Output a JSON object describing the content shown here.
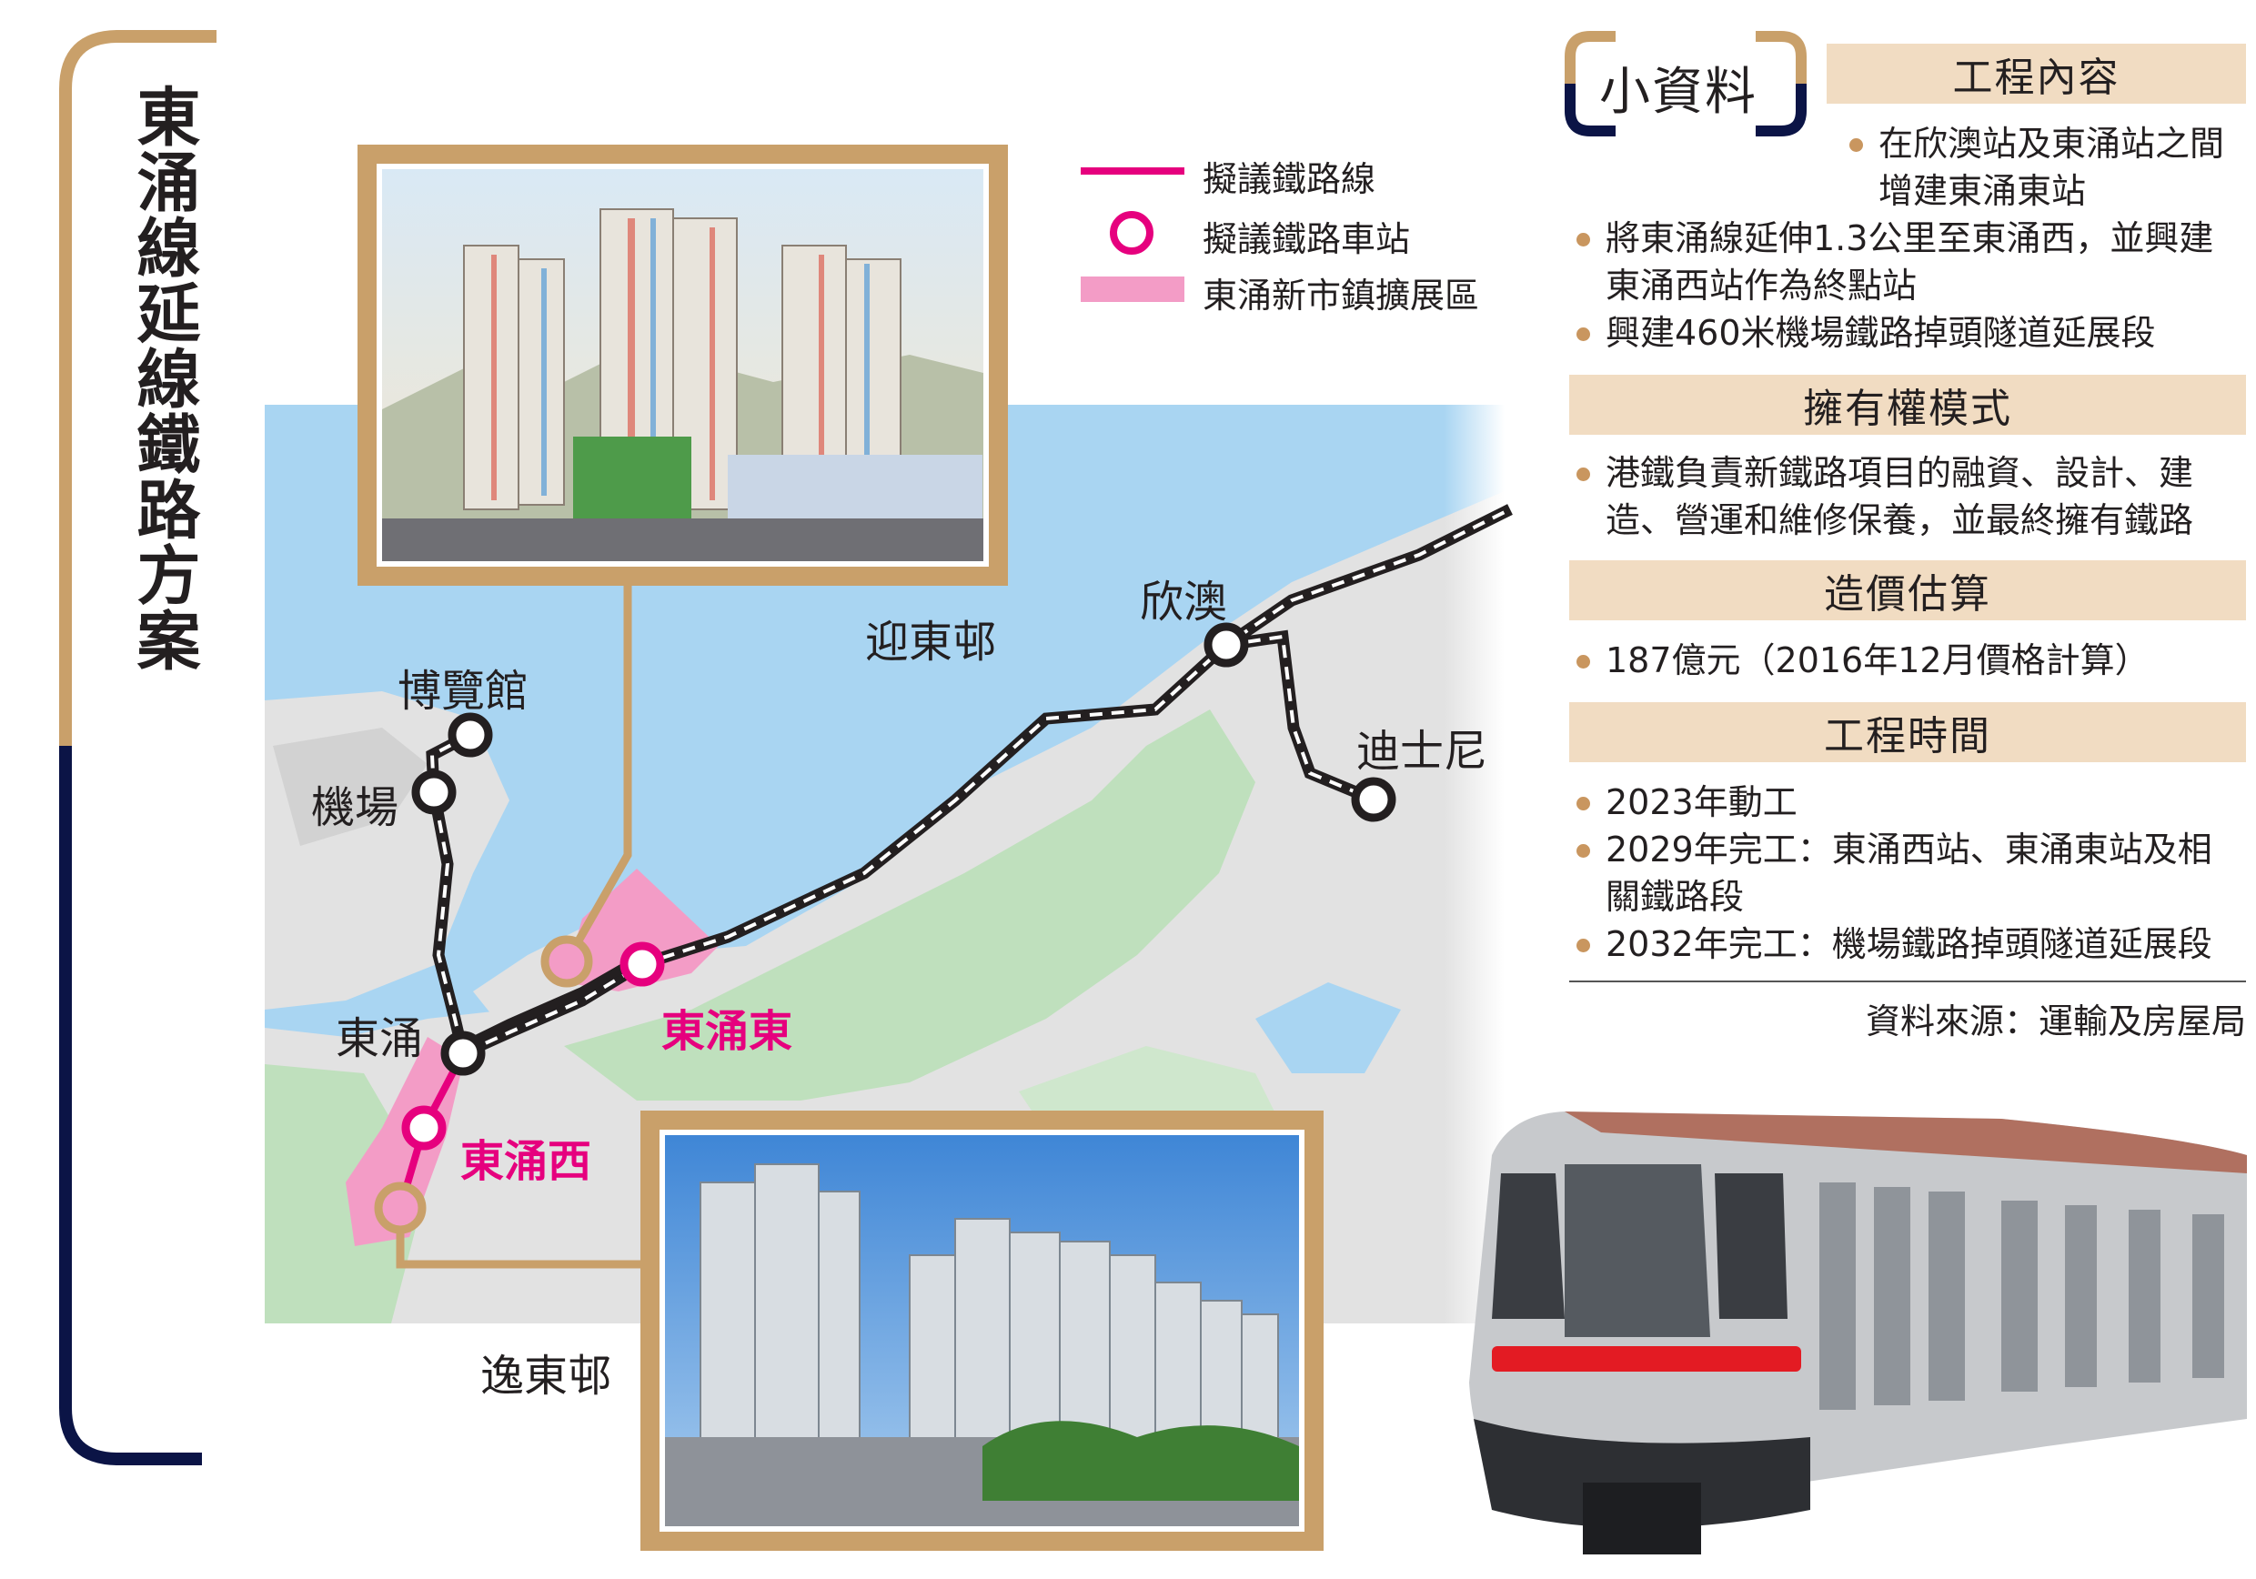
{
  "title": "東涌線延線鐵路方案",
  "legend": {
    "proposed_line": "擬議鐵路線",
    "proposed_station": "擬議鐵路車站",
    "expansion_area": "東涌新市鎮擴展區"
  },
  "map_labels": {
    "asiaworld": "博覽館",
    "airport": "機場",
    "tung_chung": "東涌",
    "ying_tung": "迎東邨",
    "sunny_bay": "欣澳",
    "disney": "迪士尼",
    "tung_chung_east": "東涌東",
    "tung_chung_west": "東涌西",
    "yat_tung": "逸東邨"
  },
  "info": {
    "badge": "小資料",
    "sections": [
      {
        "heading": "工程內容",
        "items": [
          "在欣澳站及東涌站之間增建東涌東站",
          "將東涌線延伸1.3公里至東涌西，並興建東涌西站作為終點站",
          "興建460米機場鐵路掉頭隧道延展段"
        ]
      },
      {
        "heading": "擁有權模式",
        "items": [
          "港鐵負責新鐵路項目的融資、設計、建造、營運和維修保養，並最終擁有鐵路"
        ]
      },
      {
        "heading": "造價估算",
        "items": [
          "187億元（2016年12月價格計算）"
        ]
      },
      {
        "heading": "工程時間",
        "items": [
          "2023年動工",
          "2029年完工：東涌西站、東涌東站及相關鐵路段",
          "2032年完工：機場鐵路掉頭隧道延展段"
        ]
      }
    ],
    "source": "資料來源：運輸及房屋局"
  },
  "colors": {
    "tan": "#c9a06a",
    "navy": "#0b1446",
    "pink": "#e6007e",
    "water": "#a9d5f2",
    "land": "#e2e2e2",
    "green": "#bfe0bd",
    "head_bg": "#f1dcc2"
  }
}
